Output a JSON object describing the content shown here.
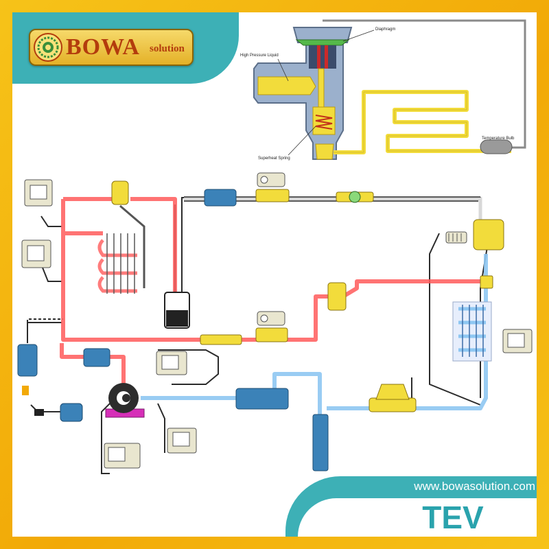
{
  "brand": {
    "name": "BOWA",
    "suffix": "solution"
  },
  "footer": {
    "website": "www.bowasolution.com",
    "title": "TEV"
  },
  "valve_cutaway": {
    "labels": {
      "diaphragm": "Diaphragm",
      "high_pressure_liquid": "High Pressure Liquid",
      "superheat_spring": "Superheat Spring",
      "temperature_bulb": "Temperature Bulb"
    }
  },
  "colors": {
    "frame_gold": "#f2a907",
    "header_teal": "#3db0b6",
    "high_pressure_red": "#ff5b5b",
    "low_pressure_blue": "#8ec7f2",
    "component_blue": "#3b82b8",
    "valve_yellow": "#f2dc3b",
    "brand_red": "#b33c0d"
  }
}
